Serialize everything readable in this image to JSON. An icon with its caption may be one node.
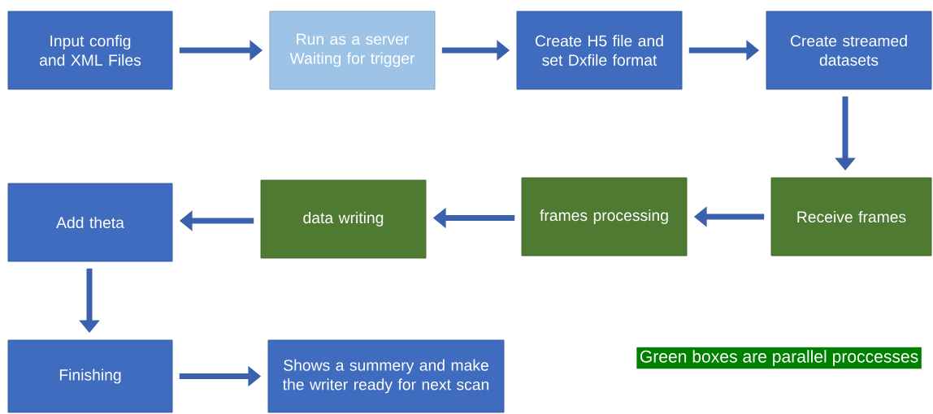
{
  "diagram": {
    "nodes": [
      {
        "text": [
          "Input config and XML Files"
        ]
      },
      {
        "text": [
          "Run as a server Waiting for trigger"
        ]
      },
      {
        "text": [
          "Create H5 file and set Dxfile format"
        ]
      },
      {
        "text": [
          "Create streamed datasets"
        ]
      },
      {
        "text": [
          "Receive frames"
        ]
      },
      {
        "text": [
          "frames processing"
        ]
      },
      {
        "text": [
          "data writing"
        ]
      },
      {
        "text": [
          "Add theta"
        ]
      },
      {
        "text": [
          "Finishing"
        ]
      },
      {
        "text": [
          "Shows a summery and make the writer ready for next scan"
        ]
      }
    ],
    "edges": [
      {
        "from": 0,
        "to": 1,
        "arrow": "to"
      },
      {
        "from": 1,
        "to": 2,
        "arrow": "to"
      },
      {
        "from": 2,
        "to": 3,
        "arrow": "to"
      },
      {
        "from": 3,
        "to": 4,
        "arrow": "to"
      },
      {
        "from": 4,
        "to": 5,
        "arrow": "to"
      },
      {
        "from": 5,
        "to": 6,
        "arrow": "to"
      },
      {
        "from": 6,
        "to": 7,
        "arrow": "to"
      },
      {
        "from": 7,
        "to": 8,
        "arrow": "to"
      },
      {
        "from": 8,
        "to": 9,
        "arrow": "to"
      }
    ],
    "labels": [
      "Green boxes are parallel proccesses"
    ]
  }
}
